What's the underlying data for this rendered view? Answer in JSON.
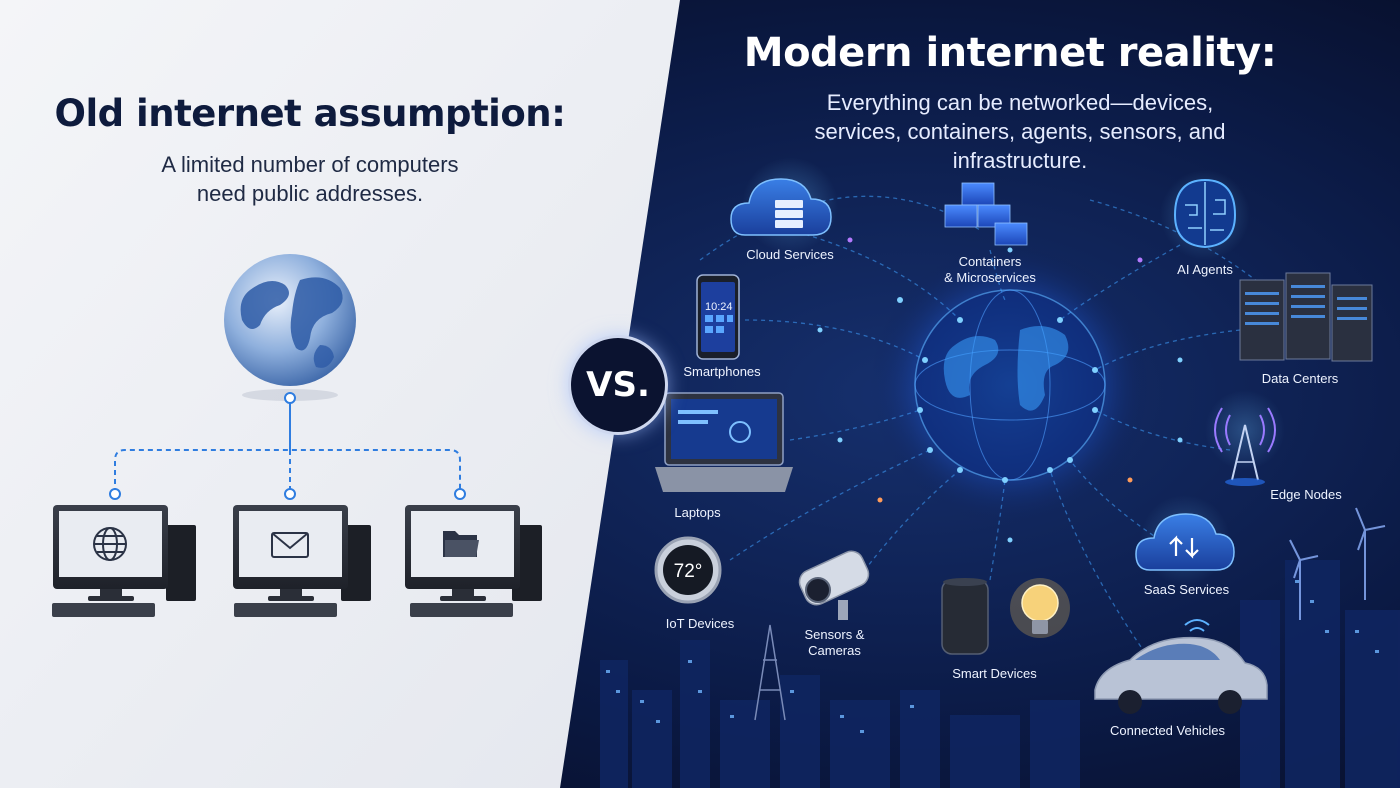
{
  "left": {
    "title": "Old internet assumption:",
    "subtitle_line1": "A limited number of computers",
    "subtitle_line2": "need public addresses."
  },
  "right": {
    "title": "Modern internet reality:",
    "subtitle_line1": "Everything can be networked—devices,",
    "subtitle_line2": "services, containers, agents, sensors, and",
    "subtitle_line3": "infrastructure."
  },
  "vs_label": "VS.",
  "thermostat_reading": "72°",
  "phone_time": "10:24",
  "nodes": {
    "cloud_services": "Cloud Services",
    "containers_line1": "Containers",
    "containers_line2": "& Microservices",
    "ai_agents": "AI Agents",
    "smartphones": "Smartphones",
    "data_centers": "Data Centers",
    "laptops": "Laptops",
    "edge_nodes": "Edge Nodes",
    "iot_devices": "IoT Devices",
    "sensors_line1": "Sensors &",
    "sensors_line2": "Cameras",
    "saas_services": "SaaS Services",
    "smart_devices": "Smart Devices",
    "connected_vehicles": "Connected Vehicles"
  },
  "left_computers": [
    {
      "screen_icon": "globe-icon"
    },
    {
      "screen_icon": "mail-icon"
    },
    {
      "screen_icon": "folder-icon"
    }
  ],
  "colors": {
    "left_background": "#eef0f4",
    "right_background": "#0a1233",
    "network_glow": "#3fa0ff",
    "accent_link": "#2f7de0"
  }
}
